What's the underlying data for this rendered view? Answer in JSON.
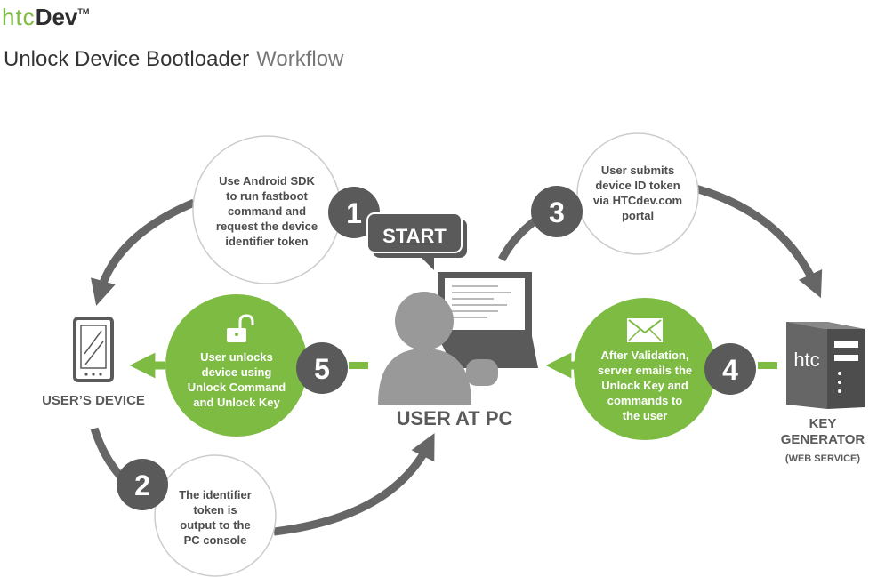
{
  "logo": {
    "brand": "htc",
    "product": "Dev",
    "trademark": "TM"
  },
  "title": {
    "main": "Unlock Device Bootloader",
    "sub": "Workflow"
  },
  "start_label": "START",
  "nodes": {
    "device": "USER’S DEVICE",
    "pc": "USER AT PC",
    "key_gen": [
      "KEY",
      "GENERATOR",
      "(WEB SERVICE)"
    ],
    "server_logo": "htc"
  },
  "steps": [
    {
      "number": "1",
      "lines": [
        "Use Android SDK",
        "to run fastboot",
        "command and",
        "request the device",
        "identifier token"
      ]
    },
    {
      "number": "2",
      "lines": [
        "The identifier",
        "token is",
        "output to the",
        "PC console"
      ]
    },
    {
      "number": "3",
      "lines": [
        "User submits",
        "device ID token",
        "via HTCdev.com",
        "portal"
      ]
    },
    {
      "number": "4",
      "lines": [
        "After Validation,",
        "server emails the",
        "Unlock Key and",
        "commands to",
        "the user"
      ]
    },
    {
      "number": "5",
      "lines": [
        "User unlocks",
        "device using",
        "Unlock Command",
        "and Unlock Key"
      ]
    }
  ],
  "colors": {
    "green": "#7dbb43",
    "dark_gray": "#5a5a5a",
    "gray": "#666666",
    "light_gray": "#999999",
    "outline": "#cccccc"
  },
  "icons": [
    "tablet-icon",
    "server-icon",
    "person-icon",
    "monitor-icon",
    "envelope-icon",
    "unlocked-padlock-icon"
  ]
}
